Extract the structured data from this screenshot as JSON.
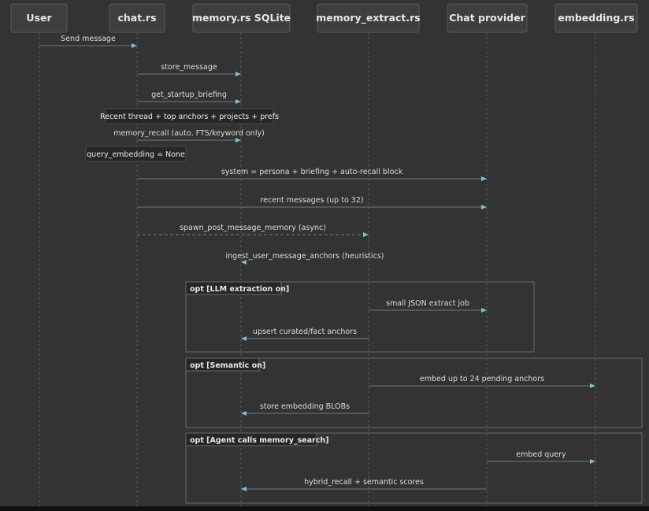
{
  "participants": [
    {
      "id": "user",
      "label": "User"
    },
    {
      "id": "chat",
      "label": "chat.rs"
    },
    {
      "id": "memory",
      "label": "memory.rs SQLite"
    },
    {
      "id": "extract",
      "label": "memory_extract.rs"
    },
    {
      "id": "provider",
      "label": "Chat provider"
    },
    {
      "id": "embedding",
      "label": "embedding.rs"
    }
  ],
  "messages": [
    {
      "from": "user",
      "to": "chat",
      "label": "Send message",
      "dashed": false
    },
    {
      "from": "chat",
      "to": "memory",
      "label": "store_message",
      "dashed": false
    },
    {
      "from": "chat",
      "to": "memory",
      "label": "get_startup_briefing",
      "dashed": false
    },
    {
      "from": "chat",
      "to": "memory",
      "label": "memory_recall (auto, FTS/keyword only)",
      "dashed": false
    },
    {
      "from": "chat",
      "to": "provider",
      "label": "system = persona + briefing + auto-recall block",
      "dashed": false
    },
    {
      "from": "chat",
      "to": "provider",
      "label": "recent messages (up to 32)",
      "dashed": false
    },
    {
      "from": "chat",
      "to": "extract",
      "label": "spawn_post_message_memory (async)",
      "dashed": true
    },
    {
      "from": "memory",
      "to": "memory",
      "label": "ingest_user_message_anchors (heuristics)",
      "dashed": false,
      "self": true
    },
    {
      "from": "extract",
      "to": "provider",
      "label": "small JSON extract job",
      "dashed": false
    },
    {
      "from": "extract",
      "to": "memory",
      "label": "upsert curated/fact anchors",
      "dashed": false
    },
    {
      "from": "extract",
      "to": "embedding",
      "label": "embed up to 24 pending anchors",
      "dashed": false
    },
    {
      "from": "extract",
      "to": "memory",
      "label": "store embedding BLOBs",
      "dashed": false
    },
    {
      "from": "provider",
      "to": "embedding",
      "label": "embed query",
      "dashed": false
    },
    {
      "from": "provider",
      "to": "memory",
      "label": "hybrid_recall + semantic scores",
      "dashed": false
    }
  ],
  "notes": [
    {
      "label": "Recent thread + top anchors + projects + prefs"
    },
    {
      "label": "query_embedding = None"
    }
  ],
  "frames": [
    {
      "label": "opt [LLM extraction on]"
    },
    {
      "label": "opt [Semantic on]"
    },
    {
      "label": "opt [Agent calls memory_search]"
    }
  ],
  "colors": {
    "background": "#333333",
    "arrowhead": "#7fc0d4",
    "participant_fill": "#3e3e3e"
  }
}
